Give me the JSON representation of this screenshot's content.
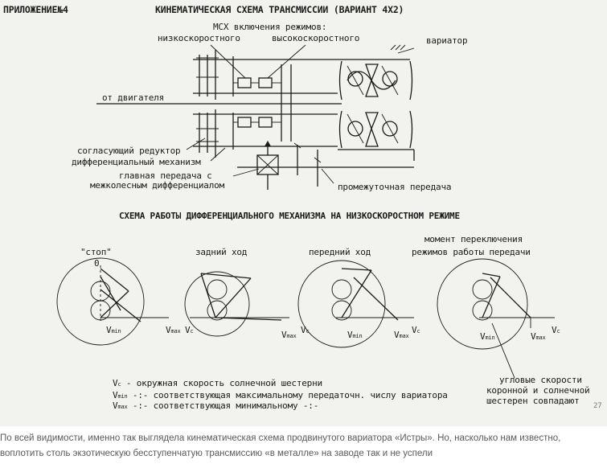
{
  "header": {
    "appendix": "ПРИЛОЖЕНИЕ№4",
    "title": "КИНЕМАТИЧЕСКАЯ СХЕМА ТРАНСМИССИИ (ВАРИАНТ 4Х2)"
  },
  "transmission_labels": {
    "msx": "МСХ включения режимов:",
    "low_speed": "низкоскоростного",
    "high_speed": "высокоскоростного",
    "variator": "вариатор",
    "from_engine": "от двигателя",
    "matching_reducer": "согласующий редуктор",
    "diff_mechanism": "дифференциальный механизм",
    "main_gear_1": "главная передача с",
    "main_gear_2": "межколесным дифференциалом",
    "intermediate_gear": "промежуточная передача"
  },
  "scheme2": {
    "title": "СХЕМА РАБОТЫ ДИФФЕРЕНЦИАЛЬНОГО МЕХАНИЗМА НА НИЗКОСКОРОСТНОМ РЕЖИМЕ",
    "stop": "\"стоп\"",
    "zero": "0",
    "reverse": "задний ход",
    "forward": "передний ход",
    "switch_1": "момент переключения",
    "switch_2": "режимов работы передачи",
    "vmin": "V",
    "vmin_sub": "min",
    "vmax": "V",
    "vmax_sub": "max",
    "vc": "V",
    "vc_sub": "c",
    "angular_1": "угловые скорости",
    "angular_2": "коронной и солнечной",
    "angular_3": "шестерен совпадают"
  },
  "legend": {
    "line1_sym": "V",
    "line1_sub": "c",
    "line1_text": "- окружная скорость солнечной шестерни",
    "line2_sym": "V",
    "line2_sub": "min",
    "line2_text": "-:- соответствующая максимальному передаточн. числу вариатора",
    "line3_sym": "V",
    "line3_sub": "max",
    "line3_text": "-:- соответствующая минимальному    -:-"
  },
  "page_number": "27",
  "caption": {
    "line1": "По всей видимости, именно так выглядела кинематическая схема продвинутого вариатора «Истры». Но, насколько нам известно,",
    "line2": "воплотить столь экзотическую бесступенчатую трансмиссию «в металле» на заводе так и не успели"
  }
}
